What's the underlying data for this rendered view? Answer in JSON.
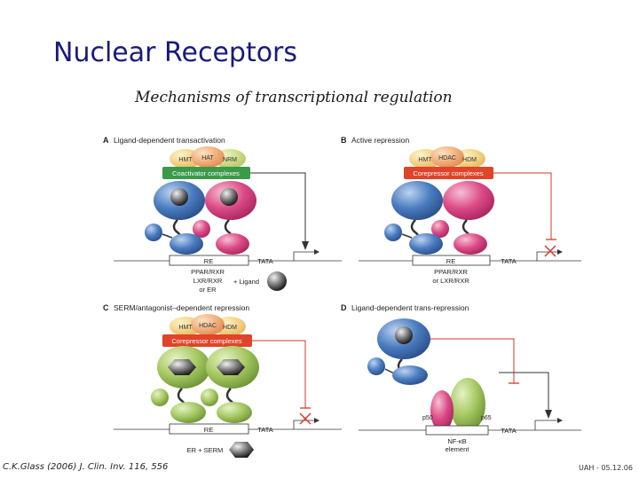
{
  "slide": {
    "title": "Nuclear Receptors",
    "subtitle": "Mechanisms of transcriptional regulation",
    "citation": "C.K.Glass (2006) J. Clin. Inv. 116, 556",
    "slide_id": "UAH - 05.12.06"
  },
  "panels": {
    "a": {
      "letter": "A",
      "heading": "Ligand-dependent transactivation",
      "enzymes": [
        "HMT",
        "HAT",
        "NRM"
      ],
      "complex": "Coactivator complexes",
      "response_element": "RE",
      "tata": "TATA",
      "receptor_lines": [
        "PPAR/RXR",
        "LXR/RXR",
        "or ER"
      ],
      "ligand": "+ Ligand"
    },
    "b": {
      "letter": "B",
      "heading": "Active repression",
      "enzymes": [
        "HMT",
        "HDAC",
        "HDM"
      ],
      "complex": "Corepressor complexes",
      "response_element": "RE",
      "tata": "TATA",
      "receptor_lines": [
        "PPAR/RXR",
        "or LXR/RXR"
      ]
    },
    "c": {
      "letter": "C",
      "heading": "SERM/antagonist–dependent repression",
      "enzymes": [
        "HMT",
        "HDAC",
        "HDM"
      ],
      "complex": "Corepressor complexes",
      "response_element": "RE",
      "tata": "TATA",
      "receptor_lines": [
        "ER + SERM"
      ]
    },
    "d": {
      "letter": "D",
      "heading": "Ligand-dependent trans-repression",
      "p50": "p50",
      "p65": "p65",
      "element_lines": [
        "NF-κB",
        "element"
      ],
      "tata": "TATA"
    }
  },
  "colors": {
    "title": "#1a1a7a",
    "coactivator": "#3a9a4a",
    "corepressor": "#e0442a",
    "receptor_blue": "#3f6fb0",
    "receptor_pink": "#d83c7c",
    "receptor_green": "#9cc25a",
    "repression_mark": "#d23a2a"
  }
}
